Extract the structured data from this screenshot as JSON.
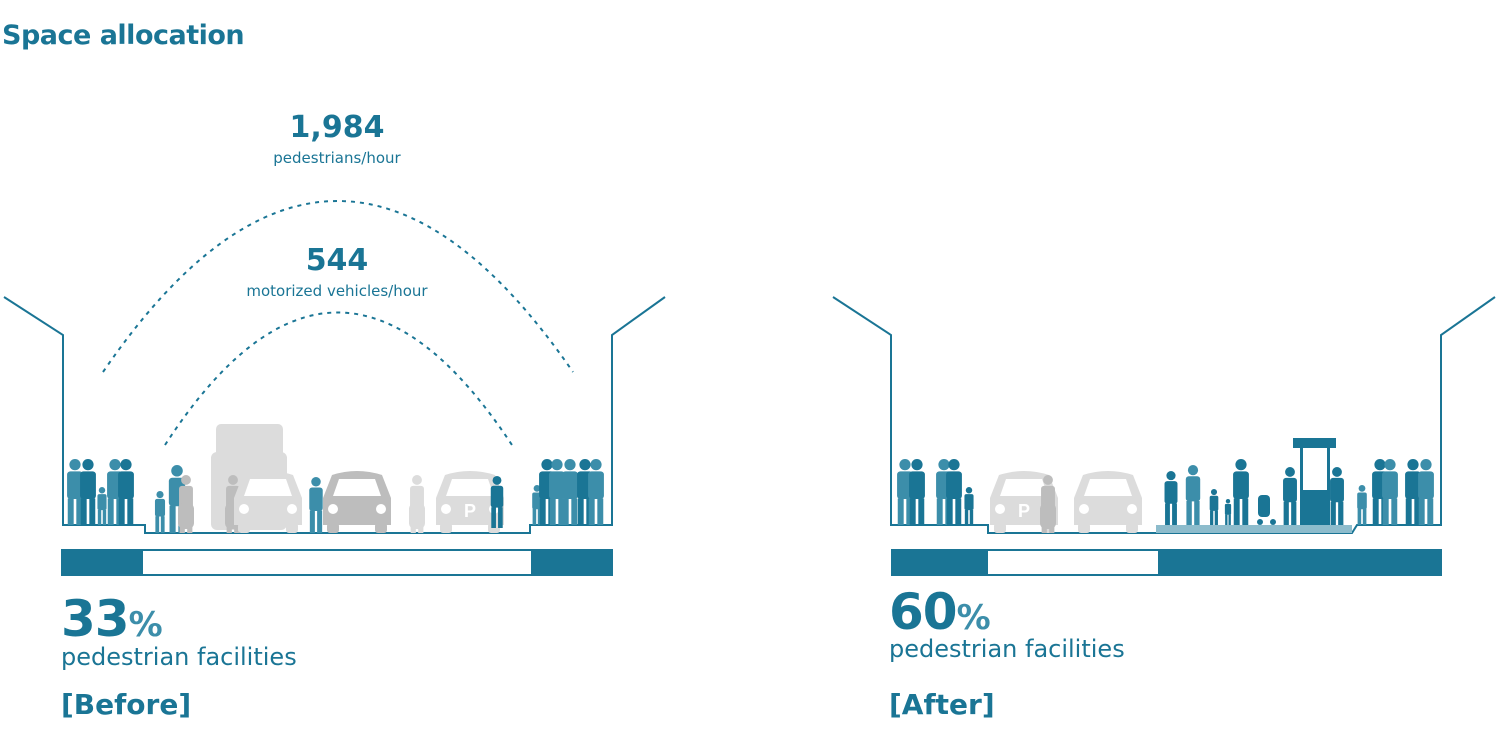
{
  "title": "Space allocation",
  "flows": {
    "pedestrians_value": "1,984",
    "pedestrians_unit": "pedestrians/hour",
    "vehicles_value": "544",
    "vehicles_unit": "motorized vehicles/hour"
  },
  "before": {
    "percent_value": "33",
    "percent_sign": "%",
    "percent": 33,
    "label": "pedestrian facilities",
    "tag": "[Before]"
  },
  "after": {
    "percent_value": "60",
    "percent_sign": "%",
    "percent": 60,
    "label": "pedestrian facilities",
    "tag": "[After]"
  },
  "colors": {
    "primary": "#1a7595",
    "secondary": "#3c8eaa",
    "vehicle_light": "#dcdcdc",
    "vehicle_mid": "#bdbdbd",
    "platform": "#8dbccc"
  }
}
